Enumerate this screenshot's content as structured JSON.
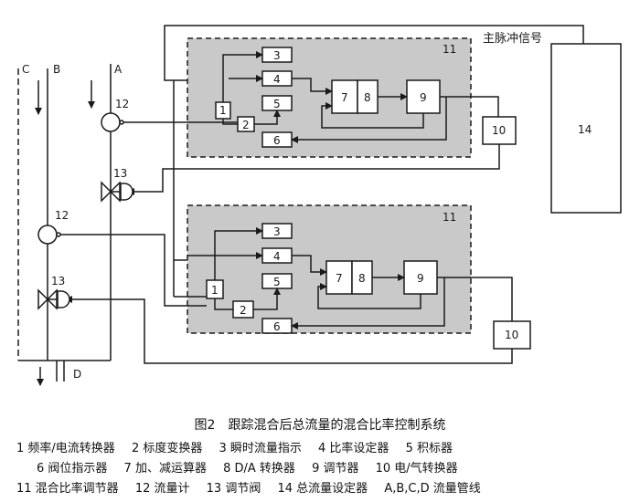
{
  "labels": {
    "pipe_c": "C",
    "pipe_b": "B",
    "pipe_a": "A",
    "pipe_d": "D",
    "main_pulse": "主脉冲信号",
    "block_3": "3",
    "block_4": "4",
    "block_5": "5",
    "block_6": "6",
    "block_7": "7",
    "block_8": "8",
    "block_9": "9",
    "block_10": "10",
    "block_1": "1",
    "block_2": "2",
    "block_11": "11",
    "block_14": "14",
    "meter_12": "12",
    "valve_13": "13"
  },
  "caption": {
    "title": "图2　跟踪混合后总流量的混合比率控制系统",
    "line1": [
      "1 频率/电流转换器",
      "2 标度变换器",
      "3 瞬时流量指示",
      "4 比率设定器",
      "5 积标器"
    ],
    "line2": [
      "6 阀位指示器",
      "7 加、减运算器",
      "8 D/A 转换器",
      "9 调节器",
      "10 电/气转换器"
    ],
    "line3": [
      "11 混合比率调节器",
      "12 流量计",
      "13 调节阀",
      "14 总流量设定器",
      "A,B,C,D 流量管线"
    ]
  },
  "colors": {
    "line": "#1a1a1a",
    "panel_fill": "#c9c9c9",
    "block_fill": "#ffffff"
  }
}
